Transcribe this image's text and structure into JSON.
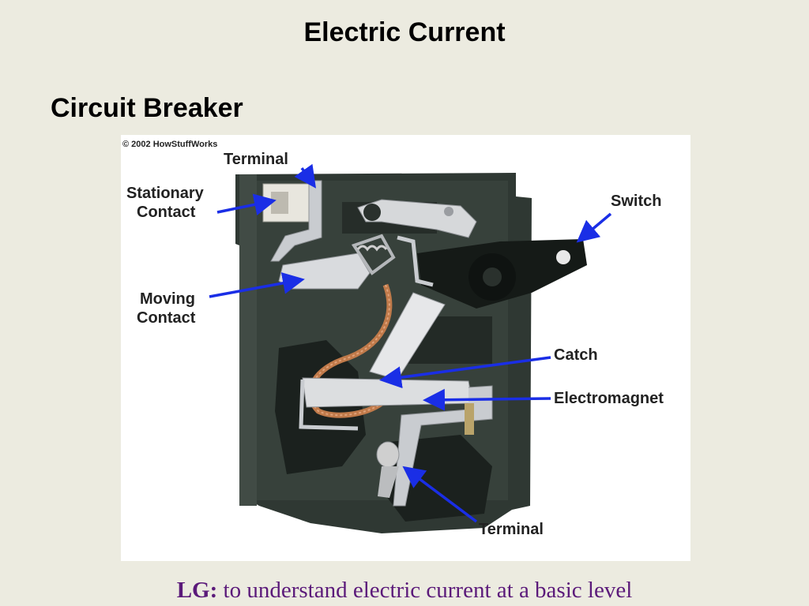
{
  "slide": {
    "title": "Electric Current",
    "subtitle": "Circuit Breaker"
  },
  "figure": {
    "credit": "© 2002 HowStuffWorks",
    "labels": {
      "terminal_top": "Terminal",
      "stationary_line1": "Stationary",
      "stationary_line2": "Contact",
      "switch": "Switch",
      "moving_line1": "Moving",
      "moving_line2": "Contact",
      "catch": "Catch",
      "electromagnet": "Electromagnet",
      "terminal_bottom": "Terminal"
    },
    "colors": {
      "arrow": "#1a2ee6",
      "housing": "#2f3833",
      "housing_dark": "#1b211e",
      "metal": "#c9ccd0",
      "copper": "#c07a4a"
    }
  },
  "footer": {
    "lg_label": "LG:",
    "text": " to understand electric current at a basic level"
  }
}
